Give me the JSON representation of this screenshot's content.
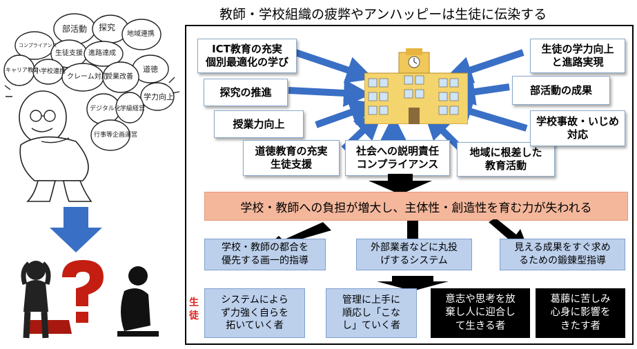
{
  "title": "教師・学校組織の疲弊やアンハッピーは生徒に伝染する",
  "demands": {
    "ict": "ICT教育の充実\n個別最適化の学び",
    "inquiry": "探究の推進",
    "lesson": "授業力向上",
    "moral": "道徳教育の充実\n生徒支援",
    "accountability": "社会への説明責任\nコンプライアンス",
    "community": "地域に根差した\n教育活動",
    "academic": "生徒の学力向上\nと進路実現",
    "club": "部活動の成果",
    "accident": "学校事故・いじめ\n対応"
  },
  "burden": "学校・教師への負担が増大し、主体性・創造性を育む力が失われる",
  "consequences": [
    "学校・教師の都合を\n優先する画一的指導",
    "外部業者などに丸投\nげするシステム",
    "見える成果をすぐ求め\nるための鍛錬型指導"
  ],
  "students_label": "生\n徒",
  "outcomes": [
    "システムによら\nず力強く自らを\n拓いていく者",
    "管理に上手に\n順応し「こな\nし」ていく者",
    "意志や思考を放\n棄し人に迎合し\nて生きる者",
    "葛藤に苦しみ\n心身に影響を\nきたす者"
  ],
  "thought_bubbles": [
    "部活動",
    "探究",
    "地域連携",
    "コンプライアンス",
    "生徒支援",
    "進路達成",
    "キャリア教育",
    "小学校連携",
    "クレーム対応",
    "授業改善",
    "道徳",
    "学力向上",
    "デジタル化",
    "学級経営",
    "行事等企画運営"
  ],
  "colors": {
    "arrow_blue": "#3a6fc6",
    "burden_band": "#f4b79c",
    "consequence_box": "#bcd0ec",
    "student_label": "#e0201a"
  }
}
